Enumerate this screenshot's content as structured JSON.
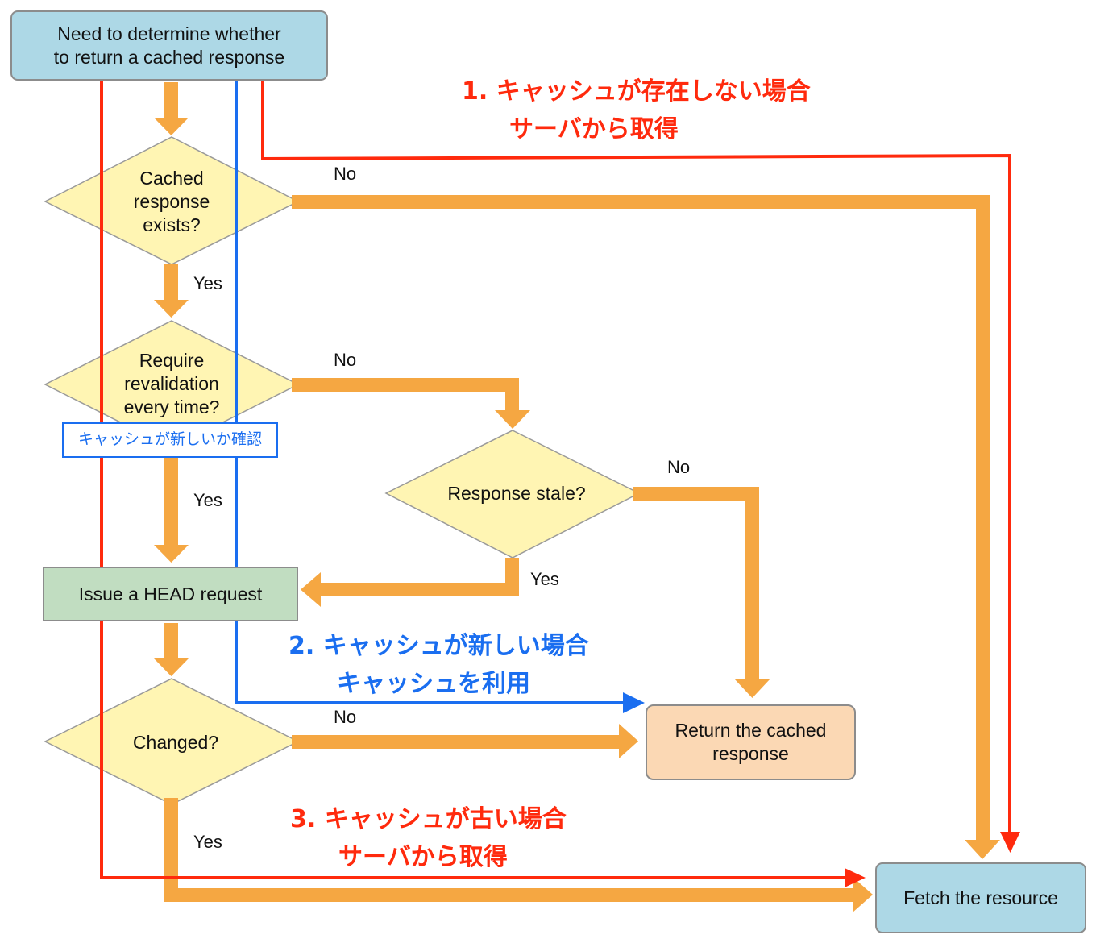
{
  "nodes": {
    "start": "Need to determine whether\nto return a cached response",
    "cached_exists": "Cached\nresponse\nexists?",
    "require_revalidation": "Require\nrevalidation\nevery time?",
    "response_stale": "Response stale?",
    "head_request": "Issue a HEAD request",
    "changed": "Changed?",
    "return_cached": "Return the cached\nresponse",
    "fetch_resource": "Fetch the resource"
  },
  "edge_labels": {
    "exists_no": "No",
    "exists_yes": "Yes",
    "revalidate_no": "No",
    "revalidate_yes": "Yes",
    "stale_no": "No",
    "stale_yes": "Yes",
    "changed_no": "No",
    "changed_yes": "Yes"
  },
  "annotations": {
    "case1_line1": "1. キャッシュが存在しない場合",
    "case1_line2": "サーバから取得",
    "case2_line1": "2. キャッシュが新しい場合",
    "case2_line2": "キャッシュを利用",
    "case3_line1": "3. キャッシュが古い場合",
    "case3_line2": "サーバから取得",
    "check_fresh": "キャッシュが新しいか確認"
  },
  "colors": {
    "flow_arrow": "#f5a742",
    "red_path": "#ff2a0d",
    "blue_path": "#1a6ef0",
    "decision_fill": "#fff5b3",
    "terminal_fill": "#add8e6",
    "action_fill": "#c1ddc1",
    "result_fill": "#fbd8b4"
  }
}
